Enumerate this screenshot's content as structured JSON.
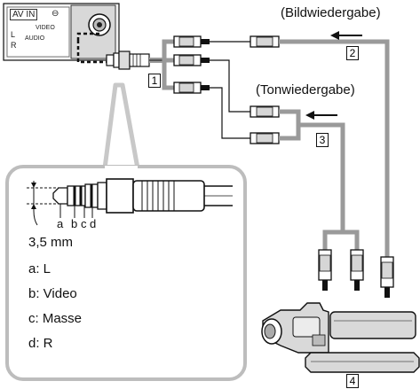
{
  "panel": {
    "avin": "AV IN",
    "video": "VIDEO",
    "audio": "AUDIO",
    "left": "L",
    "right": "R"
  },
  "labels": {
    "bildwiedergabe": "(Bildwiedergabe)",
    "tonwiedergabe": "(Tonwiedergabe)"
  },
  "markers": {
    "m1": "1",
    "m2": "2",
    "m3": "3",
    "m4": "4"
  },
  "plug_letters": [
    "a",
    "b",
    "c",
    "d"
  ],
  "inset": {
    "diameter": "3,5 mm",
    "legend": [
      "a: L",
      "b: Video",
      "c: Masse",
      "d: R"
    ]
  },
  "colors": {
    "cable": "#9a9a9a",
    "line": "#111111",
    "inset_border": "#bdbdbd",
    "device_fill": "#d9d9d9"
  }
}
